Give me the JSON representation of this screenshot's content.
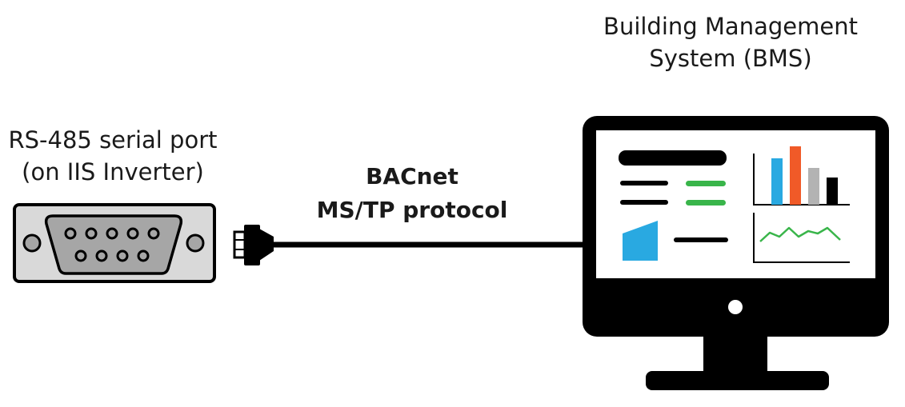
{
  "serial_port": {
    "label_line1": "RS-485 serial port",
    "label_line2": "(on IIS Inverter)"
  },
  "protocol": {
    "line1": "BACnet",
    "line2": "MS/TP protocol"
  },
  "bms": {
    "label_line1": "Building Management",
    "label_line2": "System (BMS)"
  },
  "colors": {
    "ink": "#000000",
    "port_body": "#d9d9d9",
    "port_face": "#a6a6a6",
    "bar_blue": "#29a9e1",
    "bar_orange": "#f05a28",
    "bar_gray": "#b3b3b3",
    "accent_green": "#39b54a",
    "house_blue": "#29a9e1"
  },
  "icons": [
    "db9-connector-icon",
    "cable-plug-icon",
    "monitor-icon",
    "bar-chart-icon",
    "line-chart-icon",
    "house-icon"
  ]
}
